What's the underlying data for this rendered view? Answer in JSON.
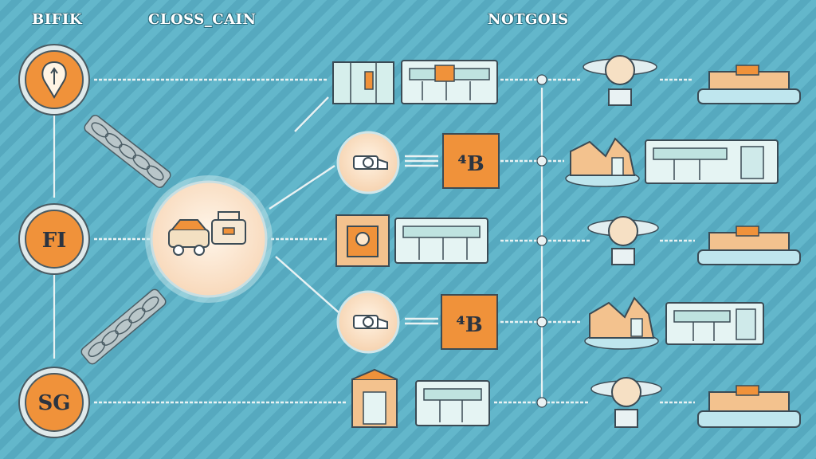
{
  "headers": {
    "left": "BIFIK",
    "center_left": "CLOSS_CAIN",
    "center_right": "NOTGOIS"
  },
  "nodes": {
    "top_badge_icon": "map-pin-icon",
    "mid_badge_label": "FI",
    "bottom_badge_label": "SG",
    "hub_icon": "vehicle-lock-icon",
    "b_tile_1_label": "⁴B",
    "b_tile_2_label": "⁴B"
  },
  "colors": {
    "orange": "#f0923a",
    "cream": "#fde7cc",
    "panel": "#cfeaea",
    "outline": "#3b4b55",
    "line": "#e9f2f3"
  }
}
